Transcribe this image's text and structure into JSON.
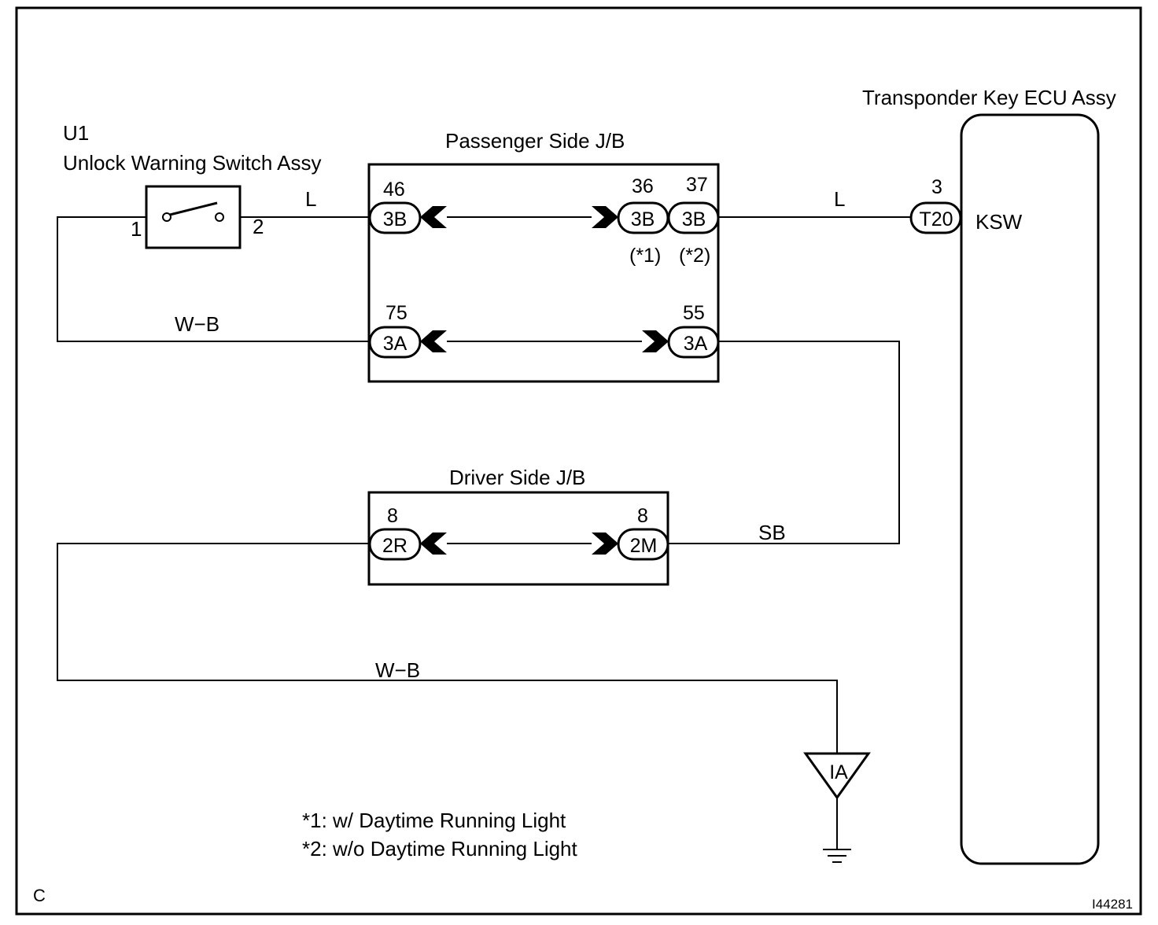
{
  "diagram": {
    "switch": {
      "code": "U1",
      "name": "Unlock Warning Switch Assy",
      "pin_left": "1",
      "pin_right": "2"
    },
    "passenger_jb": {
      "title": "Passenger Side J/B",
      "conn_46": {
        "pin": "46",
        "code": "3B"
      },
      "conn_36": {
        "pin": "36",
        "code": "3B",
        "note": "(*1)"
      },
      "conn_37": {
        "pin": "37",
        "code": "3B",
        "note": "(*2)"
      },
      "conn_75": {
        "pin": "75",
        "code": "3A"
      },
      "conn_55": {
        "pin": "55",
        "code": "3A"
      }
    },
    "driver_jb": {
      "title": "Driver Side J/B",
      "conn_2r": {
        "pin": "8",
        "code": "2R"
      },
      "conn_2m": {
        "pin": "8",
        "code": "2M"
      }
    },
    "ecu": {
      "name": "Transponder Key ECU Assy",
      "pin": "3",
      "code": "T20",
      "terminal": "KSW"
    },
    "wires": {
      "sw_to_jb": "L",
      "jb_to_ecu": "L",
      "ground_top": "W−B",
      "sb": "SB",
      "ground_bottom": "W−B"
    },
    "ground": {
      "code": "IA"
    },
    "notes": [
      "*1: w/ Daytime Running Light",
      "*2: w/o Daytime Running Light"
    ],
    "corner_letter": "C",
    "figure_id": "I44281"
  }
}
